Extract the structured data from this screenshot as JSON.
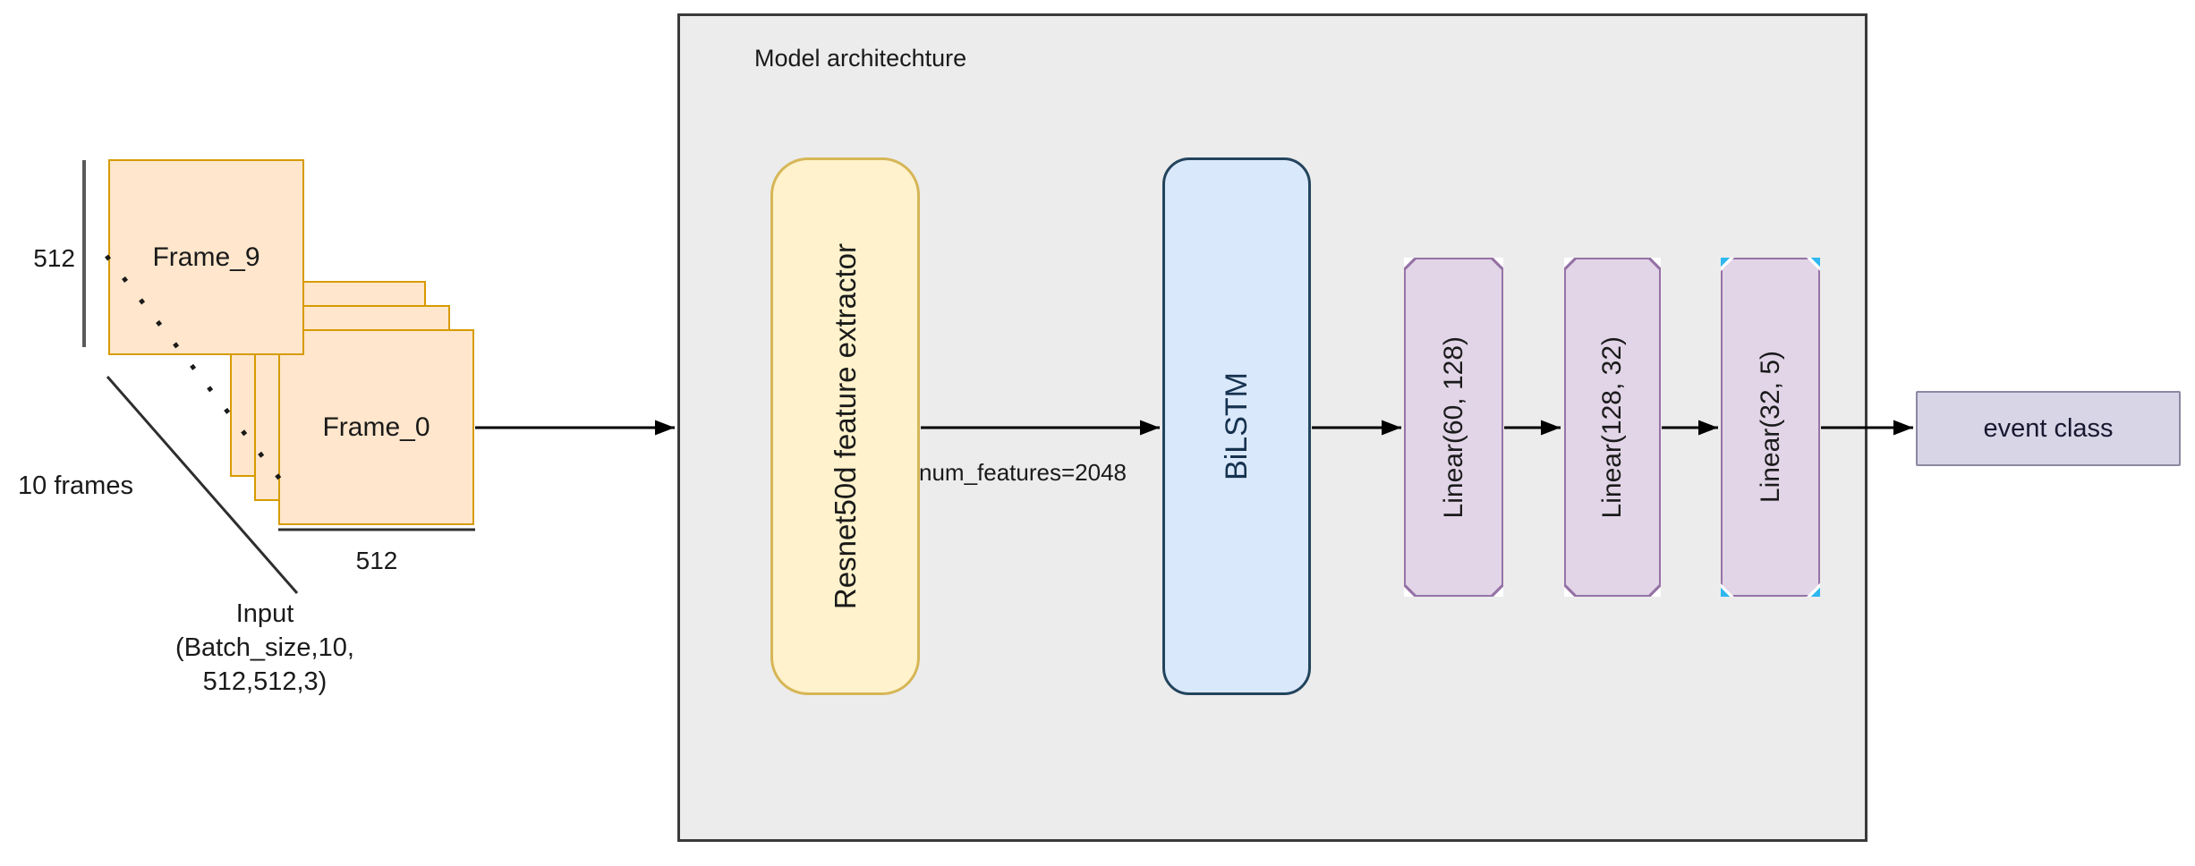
{
  "container": {
    "title": "Model architechture",
    "fill": "#ECECEC",
    "stroke": "#3A3A3A"
  },
  "input_stack": {
    "back_frame_label": "Frame_9",
    "front_frame_label": "Frame_0",
    "height_dim_label": "512",
    "width_dim_label": "512",
    "frames_count_label": "10 frames",
    "caption_line1": "Input",
    "caption_line2": "(Batch_size,10,",
    "caption_line3": "512,512,3)",
    "frame_fill": "#FFE6CC",
    "frame_stroke": "#D79B00"
  },
  "nodes": [
    {
      "id": "resnet",
      "label": "Resnet50d feature extractor",
      "fill": "#FFF2CC",
      "stroke": "#D6B656"
    },
    {
      "id": "bilstm",
      "label": "BiLSTM",
      "fill": "#DAE8FC",
      "stroke": "#23445D"
    },
    {
      "id": "linear1",
      "label": "Linear(60, 128)",
      "fill": "#E1D5E7",
      "stroke": "#9673A6"
    },
    {
      "id": "linear2",
      "label": "Linear(128, 32)",
      "fill": "#E1D5E7",
      "stroke": "#9673A6"
    },
    {
      "id": "linear3",
      "label": "Linear(32, 5)",
      "fill": "#E1D5E7",
      "stroke": "#9673A6",
      "corner_accent": "#2EB7F0"
    },
    {
      "id": "event_class",
      "label": "event class",
      "fill": "#D7D5E6",
      "stroke": "#8A89A0"
    }
  ],
  "edges": {
    "resnet_to_bilstm_label": "num_features=2048"
  }
}
